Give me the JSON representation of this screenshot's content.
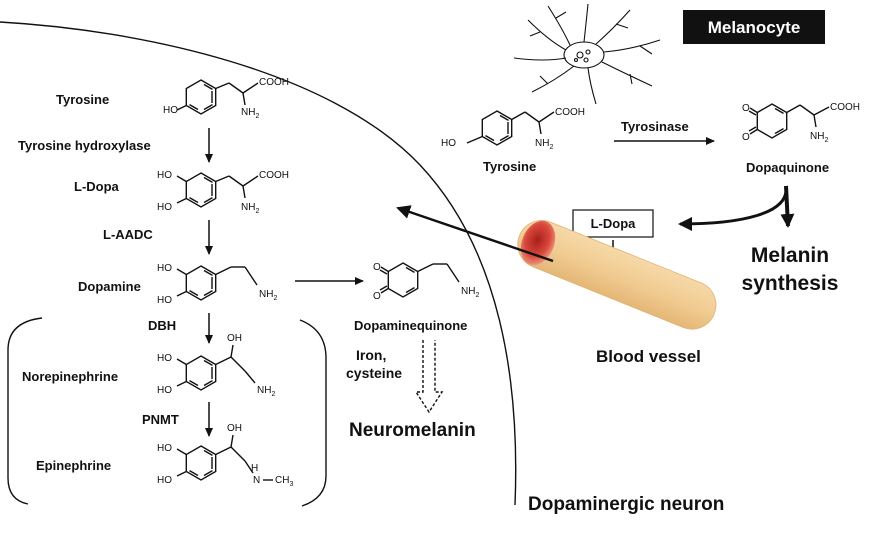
{
  "labels": {
    "melanocyte": "Melanocyte",
    "tyrosine": "Tyrosine",
    "tyrosine_hydroxylase": "Tyrosine hydroxylase",
    "l_dopa": "L-Dopa",
    "l_aadc": "L-AADC",
    "dopamine": "Dopamine",
    "dbh": "DBH",
    "norepinephrine": "Norepinephrine",
    "pnmt": "PNMT",
    "epinephrine": "Epinephrine",
    "dopaminequinone": "Dopaminequinone",
    "iron_cysteine_1": "Iron,",
    "iron_cysteine_2": "cysteine",
    "neuromelanin": "Neuromelanin",
    "tyrosine_mel": "Tyrosine",
    "tyrosinase": "Tyrosinase",
    "dopaquinone": "Dopaquinone",
    "l_dopa_box": "L-Dopa",
    "melanin_1": "Melanin",
    "melanin_2": "synthesis",
    "blood_vessel": "Blood vessel",
    "dopaminergic_neuron": "Dopaminergic neuron"
  },
  "chem": {
    "cooh": "COOH",
    "nh2": "NH",
    "nh2_sub": "2",
    "ho": "HO",
    "oh": "OH",
    "o": "O",
    "n": "N",
    "ch3": "CH",
    "ch3_sub": "3"
  },
  "colors": {
    "vessel_fill": "#f1cc92",
    "vessel_cap": "#d8483a",
    "melanocyte_bg": "#111111"
  }
}
